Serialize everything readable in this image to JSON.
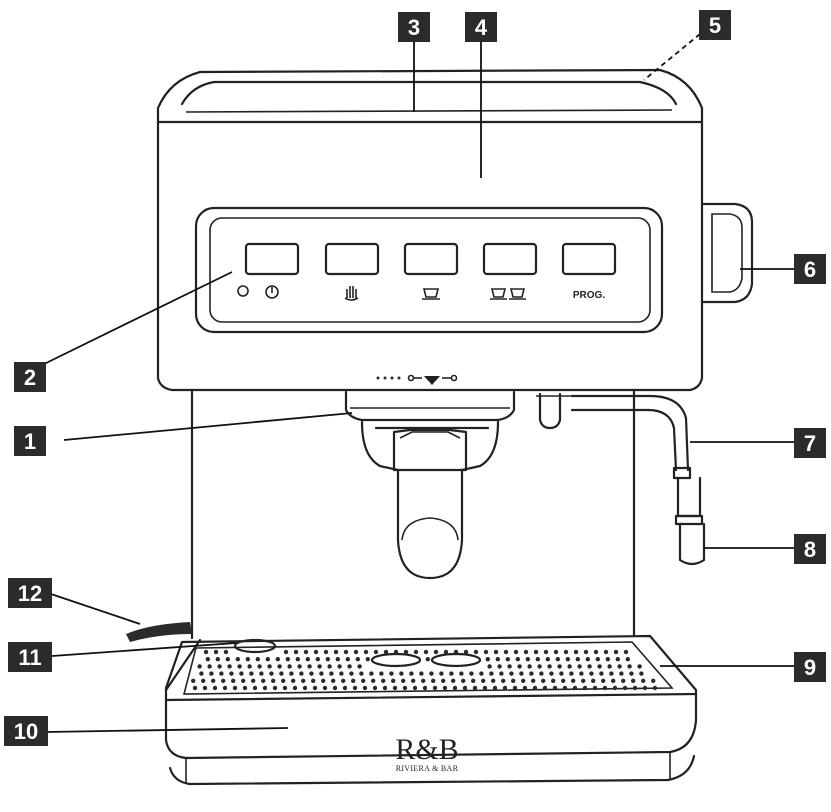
{
  "callouts": [
    {
      "id": "1",
      "label": "1"
    },
    {
      "id": "2",
      "label": "2"
    },
    {
      "id": "3",
      "label": "3"
    },
    {
      "id": "4",
      "label": "4"
    },
    {
      "id": "5",
      "label": "5"
    },
    {
      "id": "6",
      "label": "6"
    },
    {
      "id": "7",
      "label": "7"
    },
    {
      "id": "8",
      "label": "8"
    },
    {
      "id": "9",
      "label": "9"
    },
    {
      "id": "10",
      "label": "10"
    },
    {
      "id": "11",
      "label": "11"
    },
    {
      "id": "12",
      "label": "12"
    }
  ],
  "control_panel": {
    "prog_label": "PROG."
  },
  "brand": {
    "logo": "R&B",
    "tagline": "RIVIERA & BAR"
  },
  "icons": [
    "power-icon",
    "steam-hand-icon",
    "single-cup-icon",
    "double-cup-icon",
    "indicator-light-icon"
  ]
}
